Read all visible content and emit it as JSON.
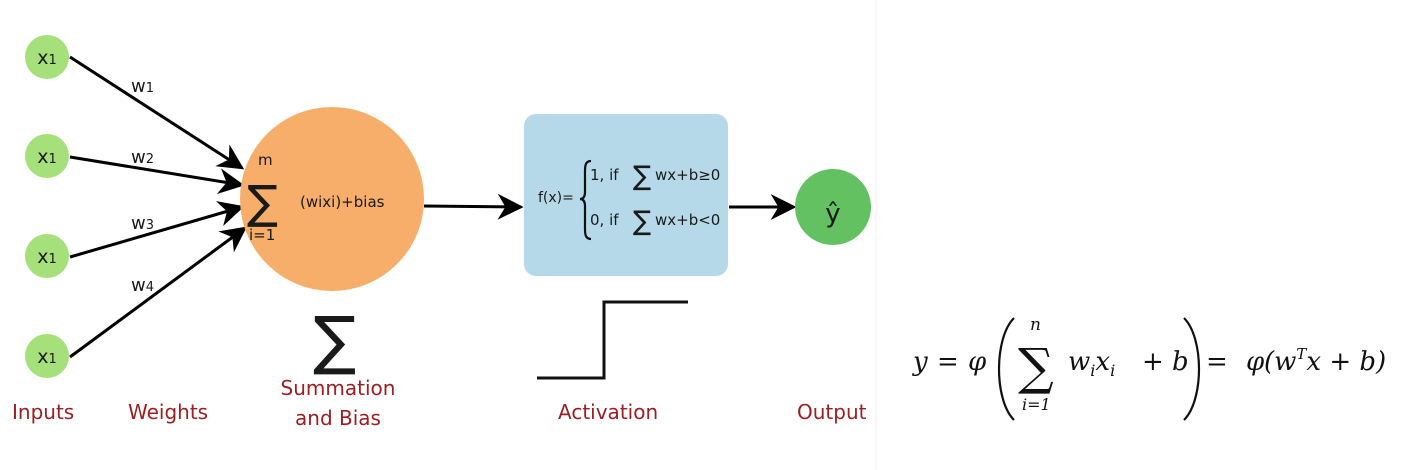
{
  "colors": {
    "input_node": "#a6e07a",
    "summation_node": "#f7ae6b",
    "activation_box": "#b5d9e8",
    "output_node": "#64c162",
    "caption": "#9b1f23",
    "edge": "#000000"
  },
  "inputs": [
    {
      "label": "x",
      "sub": "1"
    },
    {
      "label": "x",
      "sub": "1"
    },
    {
      "label": "x",
      "sub": "1"
    },
    {
      "label": "x",
      "sub": "1"
    }
  ],
  "weights": [
    {
      "label": "w",
      "sub": "1"
    },
    {
      "label": "w",
      "sub": "2"
    },
    {
      "label": "w",
      "sub": "3"
    },
    {
      "label": "w",
      "sub": "4"
    }
  ],
  "summation_node": {
    "sigma": "∑",
    "upper": "m",
    "lower": "i=1",
    "body": "(wixi)+bias"
  },
  "activation_box": {
    "lhs": "f(x)=",
    "cases": [
      {
        "value": "1, if",
        "sigma": "∑",
        "cond": "wx+b≥0"
      },
      {
        "value": "0, if",
        "sigma": "∑",
        "cond": "wx+b<0"
      }
    ]
  },
  "output_node": {
    "label": "ŷ"
  },
  "sigma_symbol": "∑",
  "captions": {
    "inputs": "Inputs",
    "weights": "Weights",
    "summation_line1": "Summation",
    "summation_line2": "and Bias",
    "activation": "Activation",
    "output": "Output"
  },
  "formula": {
    "y": "y",
    "eq1": "=",
    "phi1": "φ",
    "sigma": "∑",
    "upper": "n",
    "lower": "i=1",
    "w": "w",
    "wsub": "i",
    "x": "x",
    "xsub": "i",
    "plus_b": "+ b",
    "eq2": "=",
    "phi2": "φ",
    "rhs_open": "(w",
    "rhs_sup": "T",
    "rhs_rest": "x + b)"
  }
}
